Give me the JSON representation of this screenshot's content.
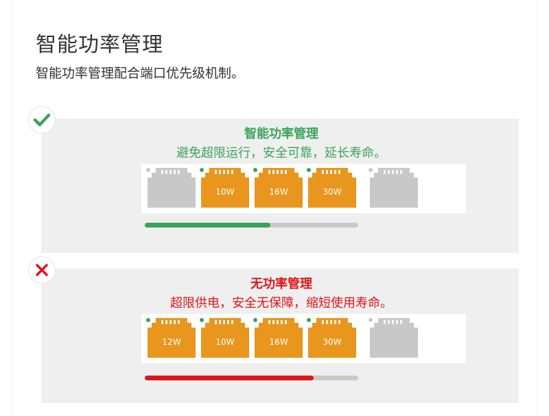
{
  "header": {
    "title": "智能功率管理",
    "description": "智能功率管理配合端口优先级机制。"
  },
  "colors": {
    "ok": "#3aa35a",
    "bad": "#e0141a",
    "port_active": "#e8961e",
    "port_idle": "#c8c8c8"
  },
  "panels": [
    {
      "status_icon": "check-icon",
      "title": "智能功率管理",
      "subtitle": "避免超限运行，安全可靠，延长寿命。",
      "power_fraction": 0.59,
      "ports": [
        {
          "active": false,
          "watt": ""
        },
        {
          "active": true,
          "watt": "10W"
        },
        {
          "active": true,
          "watt": "16W"
        },
        {
          "active": true,
          "watt": "30W"
        },
        {
          "active": false,
          "watt": ""
        }
      ]
    },
    {
      "status_icon": "cross-icon",
      "title": "无功率管理",
      "subtitle": "超限供电，安全无保障，缩短使用寿命。",
      "power_fraction": 0.79,
      "ports": [
        {
          "active": true,
          "watt": "12W"
        },
        {
          "active": true,
          "watt": "10W"
        },
        {
          "active": true,
          "watt": "16W"
        },
        {
          "active": true,
          "watt": "30W"
        },
        {
          "active": false,
          "watt": ""
        }
      ]
    }
  ]
}
